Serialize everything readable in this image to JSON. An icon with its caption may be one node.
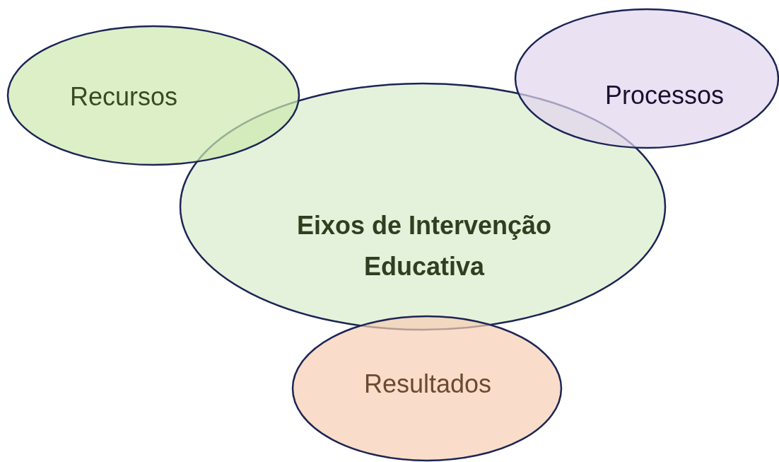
{
  "diagram": {
    "nodes": [
      {
        "text": [
          "Recursos"
        ]
      },
      {
        "text": [
          "Processos"
        ]
      },
      {
        "text": [
          "Eixos de Intervenção Educativa"
        ]
      },
      {
        "text": [
          "Resultados"
        ]
      }
    ]
  }
}
